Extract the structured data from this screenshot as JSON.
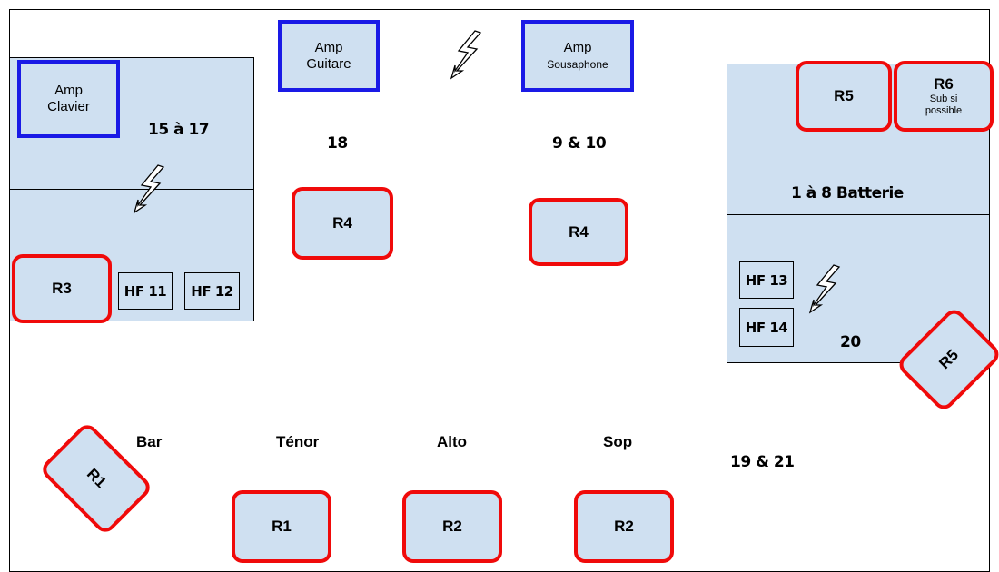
{
  "title_fragment": "",
  "amps": {
    "clavier": [
      "Amp",
      "Clavier"
    ],
    "guitare": [
      "Amp",
      "Guitare"
    ],
    "sousaphone": [
      "Amp",
      "Sousaphone"
    ]
  },
  "channels": {
    "clavier": "15 à 17",
    "guitare": "18",
    "sousaphone": "9 & 10",
    "batterie": "1 à 8 Batterie",
    "percussion": "20",
    "extra": "19 & 21"
  },
  "hf": [
    "HF 11",
    "HF 12",
    "HF 13",
    "HF 14"
  ],
  "monitors": {
    "r1_left": "R1",
    "r1_bottom": "R1",
    "r2_alto": "R2",
    "r2_sop": "R2",
    "r3": "R3",
    "r4_guitare": "R4",
    "r4_sousaphone": "R4",
    "r5_top": "R5",
    "r5_right": "R5",
    "r6": "R6",
    "r6_note": "Sub si possible"
  },
  "sections": [
    "Bar",
    "Ténor",
    "Alto",
    "Sop"
  ],
  "icons": [
    "power-bolt-icon",
    "power-bolt-icon",
    "power-bolt-icon"
  ],
  "colors": {
    "zone": "#cfe0f1",
    "amp_border": "#1a1ae6",
    "monitor_border": "#f00a0a"
  }
}
